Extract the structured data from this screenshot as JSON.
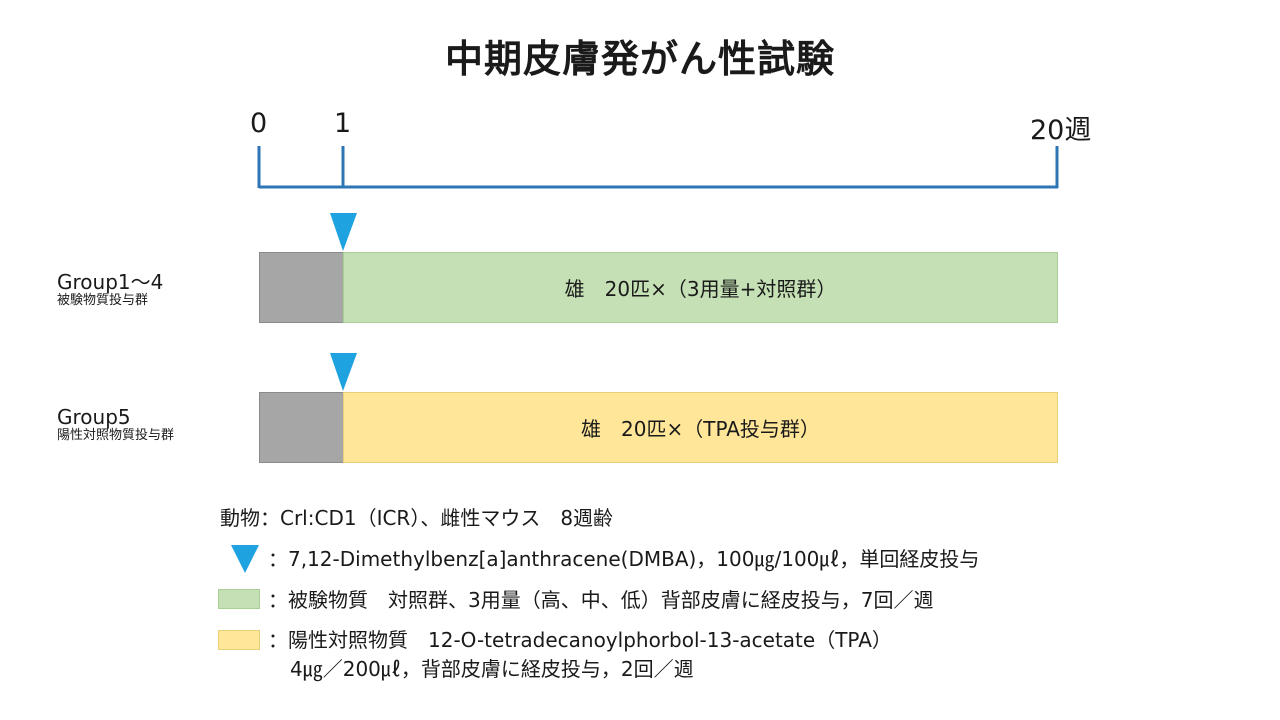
{
  "title": "中期皮膚発がん性試験",
  "timeline": {
    "ticks": [
      "0",
      "1",
      "20週"
    ]
  },
  "groups": [
    {
      "name": "Group1～4",
      "sub": "被験物質投与群",
      "bar_text": "雄　20匹×（3用量+対照群）",
      "color": "#c5e0b4"
    },
    {
      "name": "Group5",
      "sub": "陽性対照物質投与群",
      "bar_text": "雄　20匹×（TPA投与群）",
      "color": "#ffe699"
    }
  ],
  "legend": {
    "animal": "動物：Crl:CD1（ICR）、雌性マウス　8週齢",
    "dmba": "：7,12-Dimethylbenz[a]anthracene(DMBA)，100㎍/100㎕，単回経皮投与",
    "test": "：被験物質　対照群、3用量（高、中、低）背部皮膚に経皮投与，7回／週",
    "tpa_line1": "：陽性対照物質　12-O-tetradecanoylphorbol-13-acetate（TPA）",
    "tpa_line2": "4㎍／200㎕，背部皮膚に経皮投与，2回／週"
  },
  "colors": {
    "timeline": "#2e75b6",
    "marker": "#1ea3e0",
    "pretreat_gray": "#a6a6a6",
    "test_green": "#c5e0b4",
    "tpa_yellow": "#ffe699"
  },
  "icons": {
    "dmba_marker": "downward-triangle-icon"
  }
}
